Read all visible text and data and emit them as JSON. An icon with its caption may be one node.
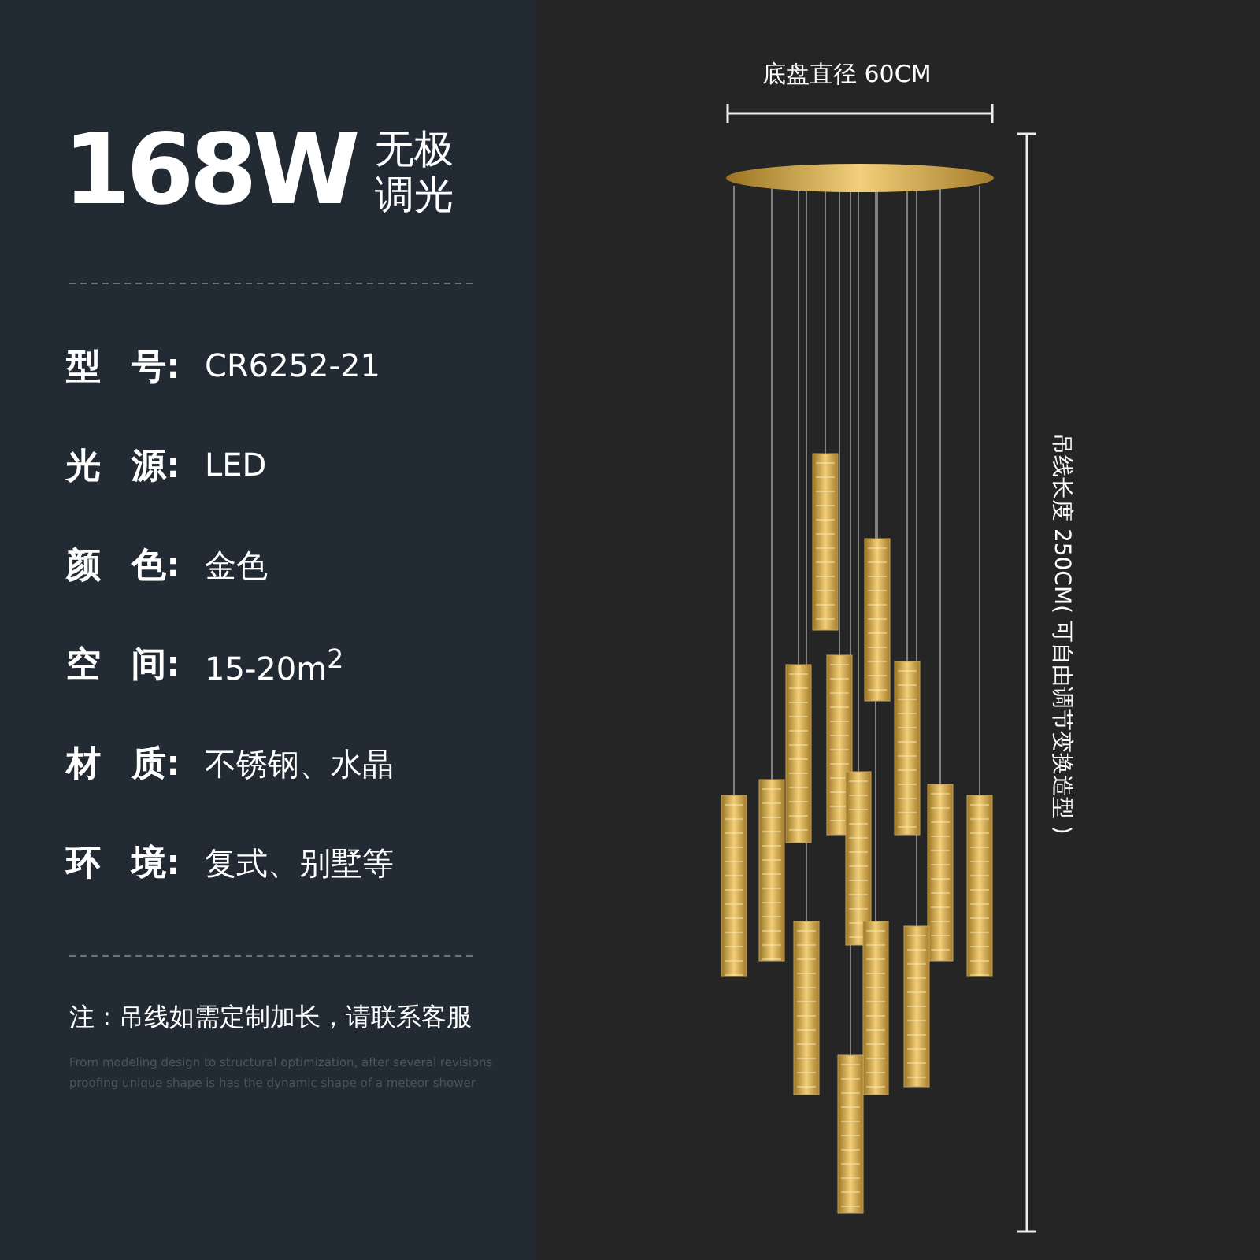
{
  "diagram": {
    "title": "168W",
    "labels": [
      "无极调光",
      "型 号:",
      "CR6252-21",
      "光 源:",
      "LED",
      "颜 色:",
      "金色",
      "空 间:",
      "15-20m$^{2}$",
      "材 质:",
      "不锈钢、水晶",
      "环 境:",
      "复式、别墅等",
      "注 : 吊线如需定制加长，请联系客服",
      "From modeling design to structural optimization, after several revisions proofing unique shape is has the dynamic shape of a meteor shower",
      "底盘直径 60CM",
      "吊线长度 250CM( 可自由调节变换造型 )"
    ]
  }
}
